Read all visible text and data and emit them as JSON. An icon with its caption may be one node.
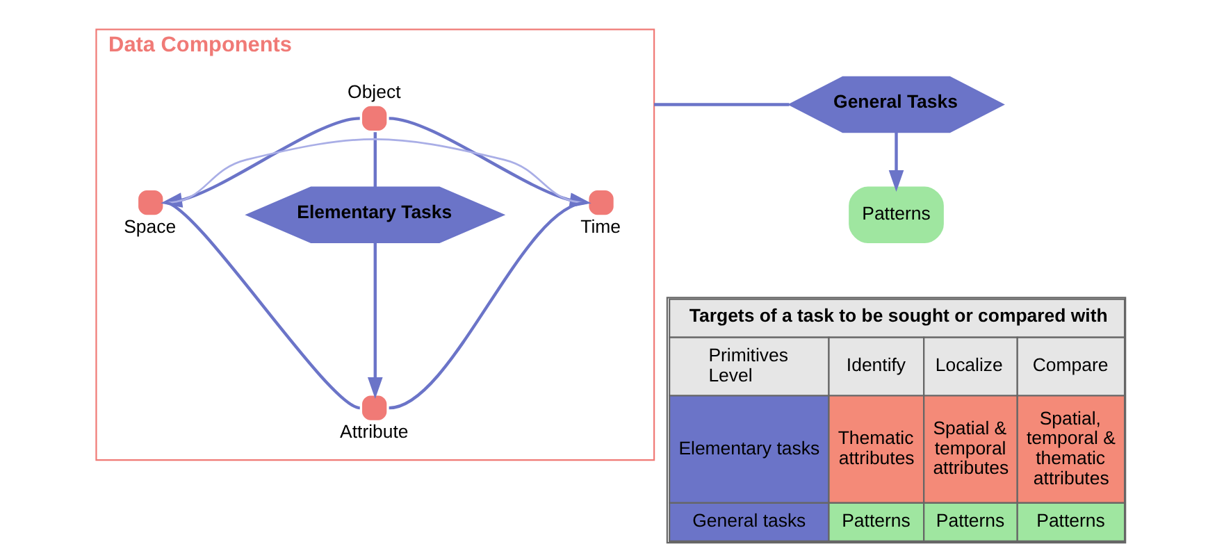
{
  "diagram": {
    "nodes": [
      {
        "text": [
          "Data Components"
        ]
      },
      {
        "text": [],
        "shape": "circle",
        "beside": [
          "Object"
        ],
        "in": 0
      },
      {
        "text": [
          "Elementary Tasks"
        ],
        "in": 0
      },
      {
        "text": [],
        "shape": "circle",
        "beside": [
          "Space"
        ],
        "in": 0
      },
      {
        "text": [],
        "shape": "circle",
        "beside": [
          "Time"
        ],
        "in": 0
      },
      {
        "text": [],
        "shape": "circle",
        "beside": [
          "Attribute"
        ],
        "in": 0
      },
      {
        "text": [
          "General Tasks"
        ]
      },
      {
        "text": [
          "Patterns"
        ]
      }
    ],
    "edges": [
      {
        "from": 1,
        "to": 3,
        "arrow": "to"
      },
      {
        "from": 1,
        "to": 4,
        "arrow": "to"
      },
      {
        "from": 1,
        "to": 2,
        "arrow": "none"
      },
      {
        "from": 2,
        "to": 5,
        "arrow": "to"
      },
      {
        "from": 3,
        "to": 4,
        "arrow": "none",
        "color": "#a9aee6"
      },
      {
        "from": 3,
        "to": 5,
        "arrow": "none"
      },
      {
        "from": 4,
        "to": 5,
        "arrow": "none"
      },
      {
        "from": 0,
        "to": 6,
        "arrow": "none"
      },
      {
        "from": 6,
        "to": 7,
        "arrow": "to"
      }
    ],
    "labels": [
      "Targets of a task to be sought or compared with",
      "Primitives",
      "Level",
      "Identify",
      "Localize",
      "Compare",
      "Elementary tasks",
      "Thematic attributes",
      "Spatial & temporal attributes",
      "Spatial, temporal & thematic attributes",
      "General tasks",
      "Patterns",
      "Patterns",
      "Patterns"
    ]
  }
}
